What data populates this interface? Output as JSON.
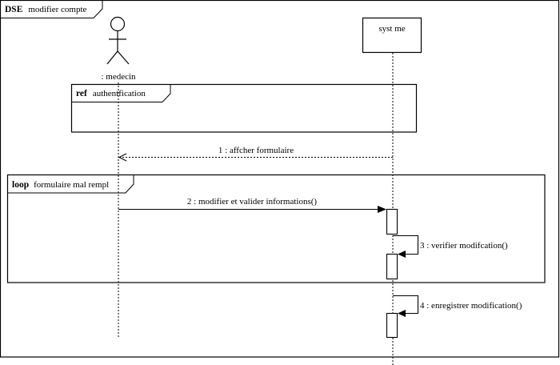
{
  "diagram": {
    "type": "sequence",
    "frame": {
      "keyword": "DSE",
      "title": "modifier compte"
    },
    "participants": [
      {
        "id": "medecin",
        "kind": "actor",
        "label": ": medecin"
      },
      {
        "id": "systeme",
        "kind": "object",
        "label": "syst  me"
      }
    ],
    "fragments": [
      {
        "id": "ref",
        "keyword": "ref",
        "label": "authentification",
        "rendered_label": "authentfication"
      },
      {
        "id": "loop",
        "keyword": "loop",
        "label": "formulaire mal rempli",
        "rendered_label": "formulaire mal rempl"
      }
    ],
    "messages": [
      {
        "num": "1",
        "text": "1 : affcher formulaire",
        "from": "systeme",
        "to": "medecin",
        "kind": "return-dashed"
      },
      {
        "num": "2",
        "text": "2 : modifier et valider  informations()",
        "from": "medecin",
        "to": "systeme",
        "kind": "sync"
      },
      {
        "num": "3",
        "text": "3 : verifier modifcation()",
        "from": "systeme",
        "to": "systeme",
        "kind": "self"
      },
      {
        "num": "4",
        "text": "4 : enregistrer modification()",
        "from": "systeme",
        "to": "systeme",
        "kind": "self"
      }
    ],
    "colors": {
      "stroke": "#000000",
      "background": "#ffffff"
    }
  }
}
